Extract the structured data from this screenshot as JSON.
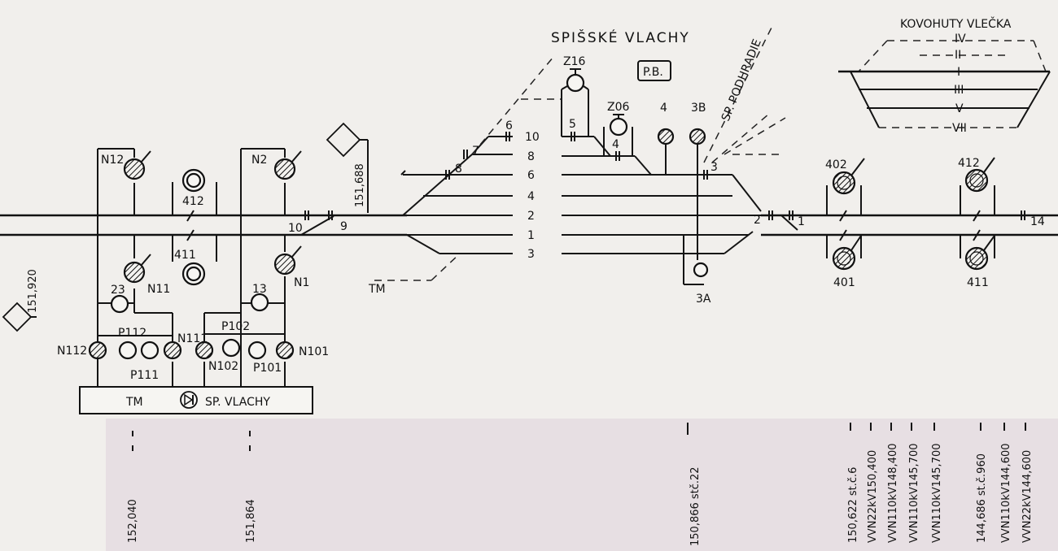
{
  "station": {
    "name": "SPIŠSKÉ VLACHY",
    "pb": "P.B.",
    "siding": "KOVOHUTY VLEČKA",
    "branch": "SP. PODHRADIE",
    "tm_left": "TM"
  },
  "siding_tracks": [
    "IV",
    "II",
    "I",
    "III",
    "V",
    "VII"
  ],
  "tracks": [
    "10",
    "8",
    "6",
    "4",
    "2",
    "1",
    "3"
  ],
  "points": [
    "6",
    "7",
    "8",
    "5",
    "4",
    "3",
    "2",
    "1",
    "14",
    "10",
    "9"
  ],
  "signals": {
    "z16": "Z16",
    "z06": "Z06",
    "s4": "4",
    "s3b": "3B",
    "s3a": "3A",
    "n12": "N12",
    "n2": "N2",
    "n11": "N11",
    "n1": "N1",
    "s412a": "412",
    "s411a": "411",
    "s23": "23",
    "s13": "13",
    "s402": "402",
    "s401": "401",
    "s412b": "412",
    "s411b": "411"
  },
  "block": {
    "n112": "N112",
    "p112": "P112",
    "p111": "P111",
    "n111": "N111",
    "p102": "P102",
    "n102": "N102",
    "p101": "P101",
    "n101": "N101",
    "tm": "TM",
    "diode": "SP. VLACHY"
  },
  "km": {
    "k151688": "151,688",
    "k151920": "151,920"
  },
  "bottom_labels": [
    "152,040",
    "151,864",
    "150,866 stč.22",
    "150,622 st.č.6",
    "VVN22kV150,400",
    "VVN110kV148,400",
    "VVN110kV145,700",
    "VVN110kV145,700",
    "144,686 st.č.960",
    "VVN110kV144,600",
    "VVN22kV144,600"
  ]
}
